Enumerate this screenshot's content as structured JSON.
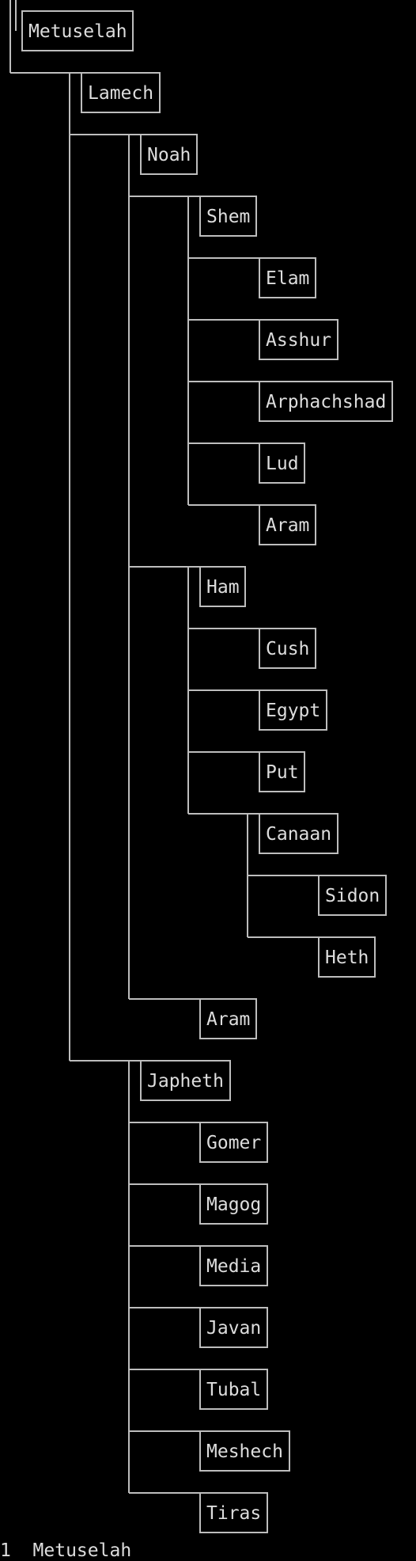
{
  "tree": {
    "name": "Metuselah",
    "children": [
      {
        "name": "Lamech",
        "children": [
          {
            "name": "Noah",
            "children": [
              {
                "name": "Shem",
                "children": [
                  {
                    "name": "Elam"
                  },
                  {
                    "name": "Asshur"
                  },
                  {
                    "name": "Arphachshad"
                  },
                  {
                    "name": "Lud"
                  },
                  {
                    "name": "Aram"
                  }
                ]
              },
              {
                "name": "Ham",
                "children": [
                  {
                    "name": "Cush"
                  },
                  {
                    "name": "Egypt"
                  },
                  {
                    "name": "Put"
                  },
                  {
                    "name": "Canaan",
                    "children": [
                      {
                        "name": "Sidon"
                      },
                      {
                        "name": "Heth"
                      }
                    ]
                  }
                ]
              },
              {
                "name": "Aram"
              }
            ]
          },
          {
            "name": "Japheth",
            "children": [
              {
                "name": "Gomer"
              },
              {
                "name": "Magog"
              },
              {
                "name": "Media"
              },
              {
                "name": "Javan"
              },
              {
                "name": "Tubal"
              },
              {
                "name": "Meshech"
              },
              {
                "name": "Tiras"
              }
            ]
          }
        ]
      }
    ]
  },
  "footer_text": "1  Metuselah"
}
